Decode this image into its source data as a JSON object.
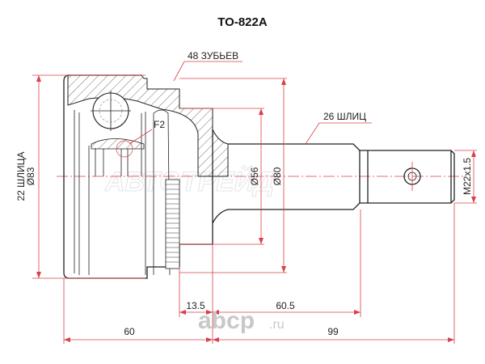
{
  "title": "TO-822A",
  "callouts": {
    "teeth": "48 ЗУБЬЕВ",
    "splines_outer": "26 ШЛИЦ",
    "f2": "F2"
  },
  "dimensions": {
    "inner_splines": "22 ШЛИЦА",
    "housing_diameter": "Ø83",
    "d56": "Ø56",
    "d80": "Ø80",
    "thread": "M22x1.5",
    "d13_5": "13.5",
    "d60_5": "60.5",
    "d60": "60",
    "d99": "99"
  },
  "watermark": "АВТОТРЕЙД",
  "logo": {
    "name": "abcp",
    "suffix": ".ru"
  }
}
